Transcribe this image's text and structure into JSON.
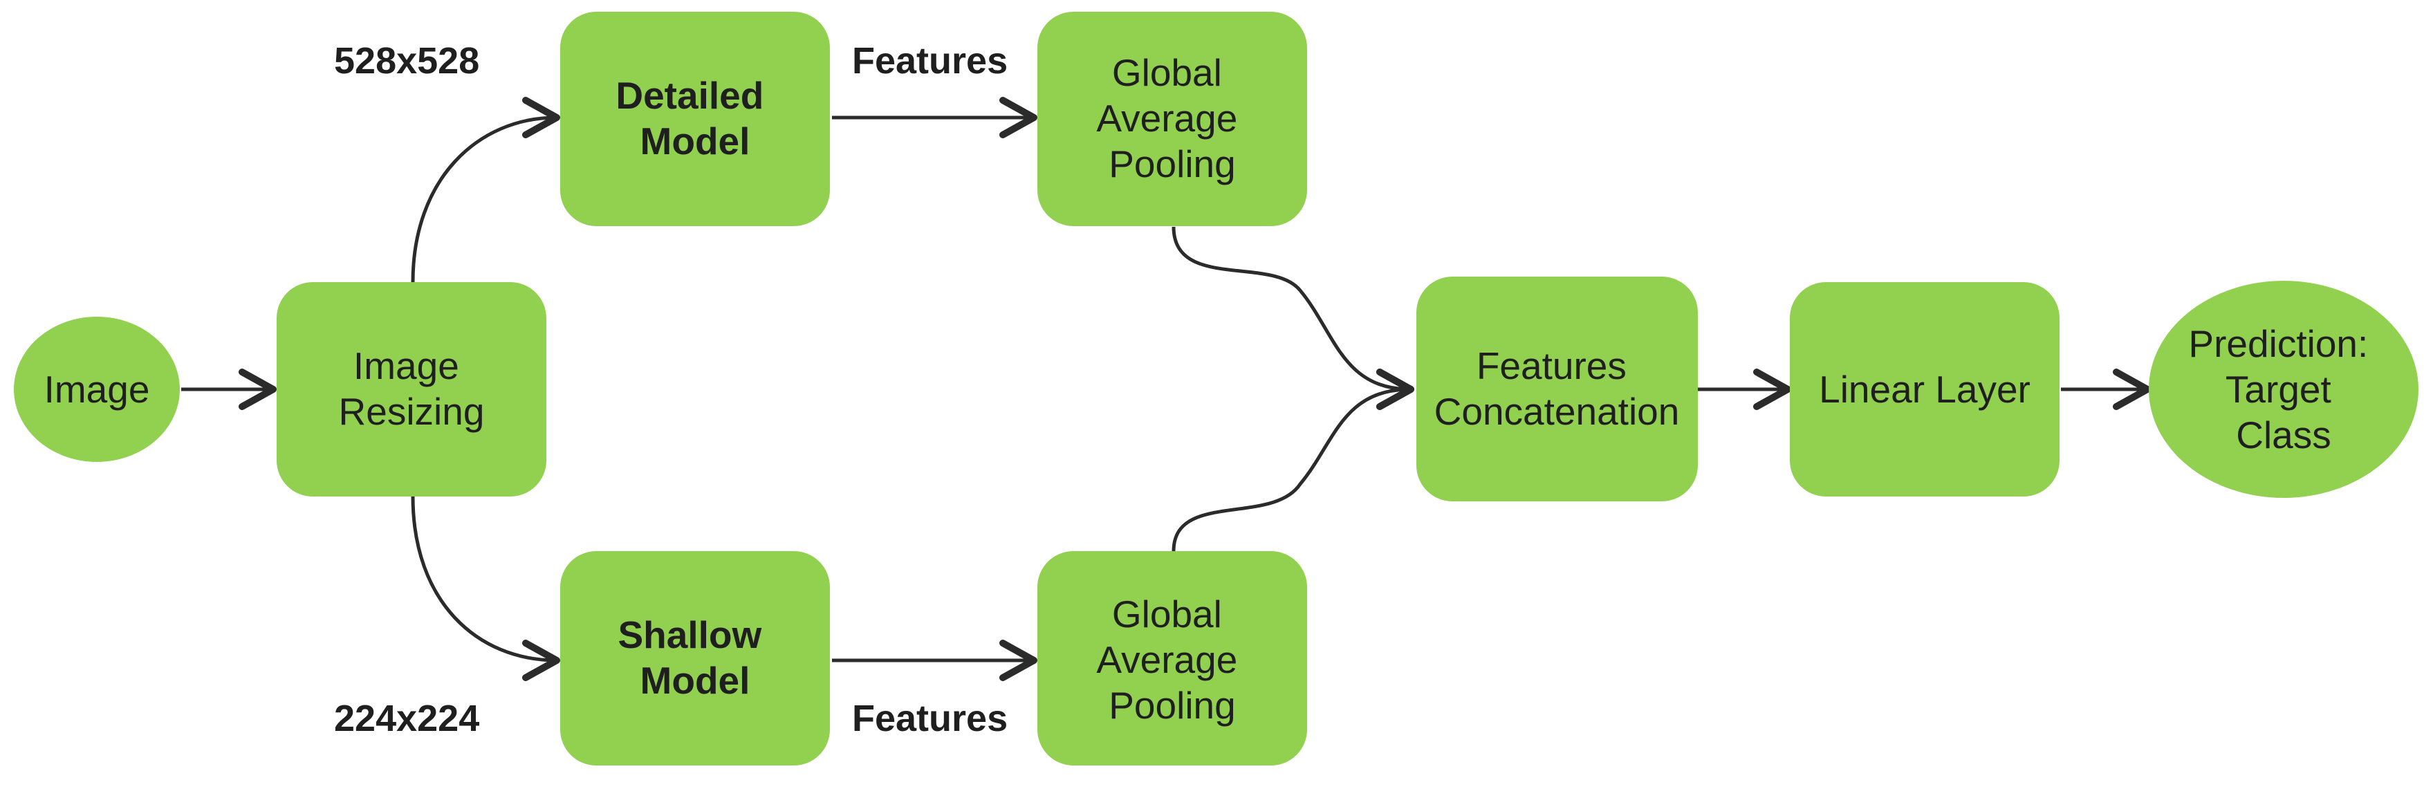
{
  "nodes": {
    "image": {
      "lines": [
        "Image"
      ]
    },
    "resizing": {
      "lines": [
        "Image",
        "Resizing"
      ]
    },
    "detailed": {
      "lines": [
        "Detailed",
        "Model"
      ]
    },
    "shallow": {
      "lines": [
        "Shallow",
        "Model"
      ]
    },
    "gap_top": {
      "lines": [
        "Global",
        "Average",
        "Pooling"
      ]
    },
    "gap_bottom": {
      "lines": [
        "Global",
        "Average",
        "Pooling"
      ]
    },
    "concat": {
      "lines": [
        "Features",
        "Concatenation"
      ]
    },
    "linear": {
      "lines": [
        "Linear Layer"
      ]
    },
    "prediction": {
      "lines": [
        "Prediction:",
        "Target",
        "Class"
      ]
    }
  },
  "labels": {
    "size_top": "528x528",
    "size_bottom": "224x224",
    "features_top": "Features",
    "features_bottom": "Features"
  },
  "colors": {
    "node_fill": "#92d050",
    "text": "#1f1f1f",
    "edge": "#2b2b2b"
  }
}
